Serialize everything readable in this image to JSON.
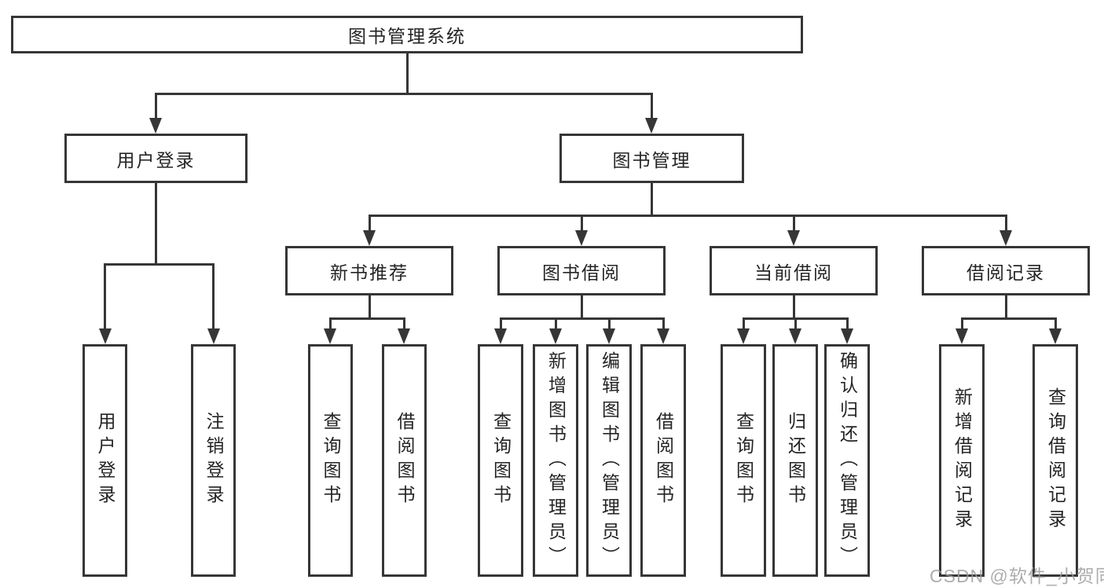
{
  "diagram": {
    "root": {
      "label": "图书管理系统"
    },
    "level2": [
      {
        "label": "用户登录"
      },
      {
        "label": "图书管理"
      }
    ],
    "level3": [
      {
        "label": "新书推荐"
      },
      {
        "label": "图书借阅"
      },
      {
        "label": "当前借阅"
      },
      {
        "label": "借阅记录"
      }
    ],
    "leaves": {
      "user_login": [
        "用户登录",
        "注销登录"
      ],
      "new_book": [
        "查询图书",
        "借阅图书"
      ],
      "borrow": [
        "查询图书",
        "新增图书（管理员）",
        "编辑图书（管理员）",
        "借阅图书"
      ],
      "current": [
        "查询图书",
        "归还图书",
        "确认归还（管理员）"
      ],
      "records": [
        "新增借阅记录",
        "查询借阅记录"
      ]
    }
  },
  "watermark": "CSDN @软件_小贺同学",
  "colors": {
    "line": "#363636",
    "text": "#242424",
    "background": "#ffffff",
    "watermark": "#9b9b9b"
  }
}
